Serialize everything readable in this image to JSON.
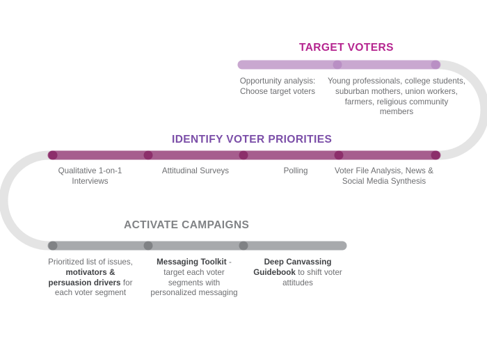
{
  "diagram": {
    "type": "serpentine-process-timeline",
    "background_color": "#FFFFFF",
    "connector_color": "#E4E4E4",
    "sections": [
      {
        "id": "target-voters",
        "title": "TARGET VOTERS",
        "title_color": "#B5248F",
        "bar_color": "#C9A8D0",
        "dot_color": "#B98FC4",
        "steps": [
          {
            "id": "opportunity-analysis",
            "text": "Opportunity analysis: Choose target voters"
          },
          {
            "id": "voter-segments",
            "text": "Young professionals, college students, suburban mothers, union workers, farmers, religious community members"
          }
        ]
      },
      {
        "id": "identify-voter-priorities",
        "title": "IDENTIFY VOTER PRIORITIES",
        "title_color": "#7B4EA8",
        "bar_color": "#A65E8E",
        "dot_color": "#8C2F6B",
        "steps": [
          {
            "id": "qualitative-interviews",
            "text": "Qualitative 1-on-1 Interviews"
          },
          {
            "id": "attitudinal-surveys",
            "text": "Attitudinal Surveys"
          },
          {
            "id": "polling",
            "text": "Polling"
          },
          {
            "id": "voter-file-analysis",
            "text": "Voter File Analysis, News & Social Media Synthesis"
          }
        ]
      },
      {
        "id": "activate-campaigns",
        "title": "ACTIVATE CAMPAIGNS",
        "title_color": "#808285",
        "bar_color": "#A7A9AC",
        "dot_color": "#808285",
        "steps": [
          {
            "id": "prioritized-list",
            "text_parts": [
              {
                "text": "Prioritized list of issues, ",
                "bold": false
              },
              {
                "text": "motivators & persuasion drivers",
                "bold": true
              },
              {
                "text": " for each voter segment",
                "bold": false
              }
            ]
          },
          {
            "id": "messaging-toolkit",
            "text_parts": [
              {
                "text": "Messaging Toolkit",
                "bold": true
              },
              {
                "text": " - target each voter segments with personalized messaging",
                "bold": false
              }
            ]
          },
          {
            "id": "deep-canvassing",
            "text_parts": [
              {
                "text": "Deep Canvassing Guidebook",
                "bold": true
              },
              {
                "text": " to shift voter attitudes",
                "bold": false
              }
            ]
          }
        ]
      }
    ]
  }
}
